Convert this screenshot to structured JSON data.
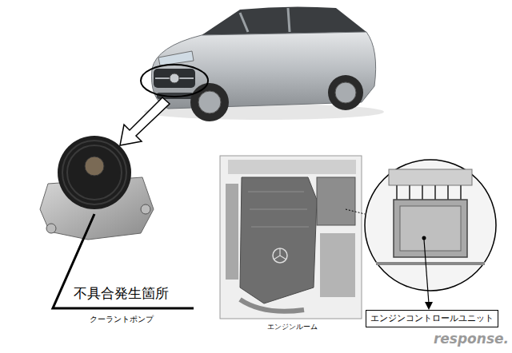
{
  "diagram": {
    "nodes": [
      {
        "text": [
          "エンジンコントロールユニット"
        ]
      }
    ],
    "labels": [
      "不具合発生箇所",
      "クーラントポンプ",
      "エンジンルーム",
      "response."
    ]
  }
}
